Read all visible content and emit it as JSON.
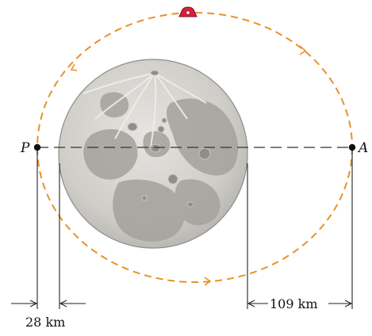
{
  "diagram": {
    "points": {
      "periapsis": "P",
      "apoapsis": "A"
    },
    "dimensions": {
      "periapsis_altitude": "28 km",
      "apoapsis_altitude": "109 km"
    },
    "colors": {
      "orbit": "#e8922a",
      "moon_base": "#d2d0cb",
      "maria": "#9e9d98",
      "spacecraft": "#d8203a",
      "lines": "#222222"
    },
    "icons": [
      "moon-illustration",
      "spacecraft-icon",
      "orbit-direction-arrow"
    ]
  }
}
